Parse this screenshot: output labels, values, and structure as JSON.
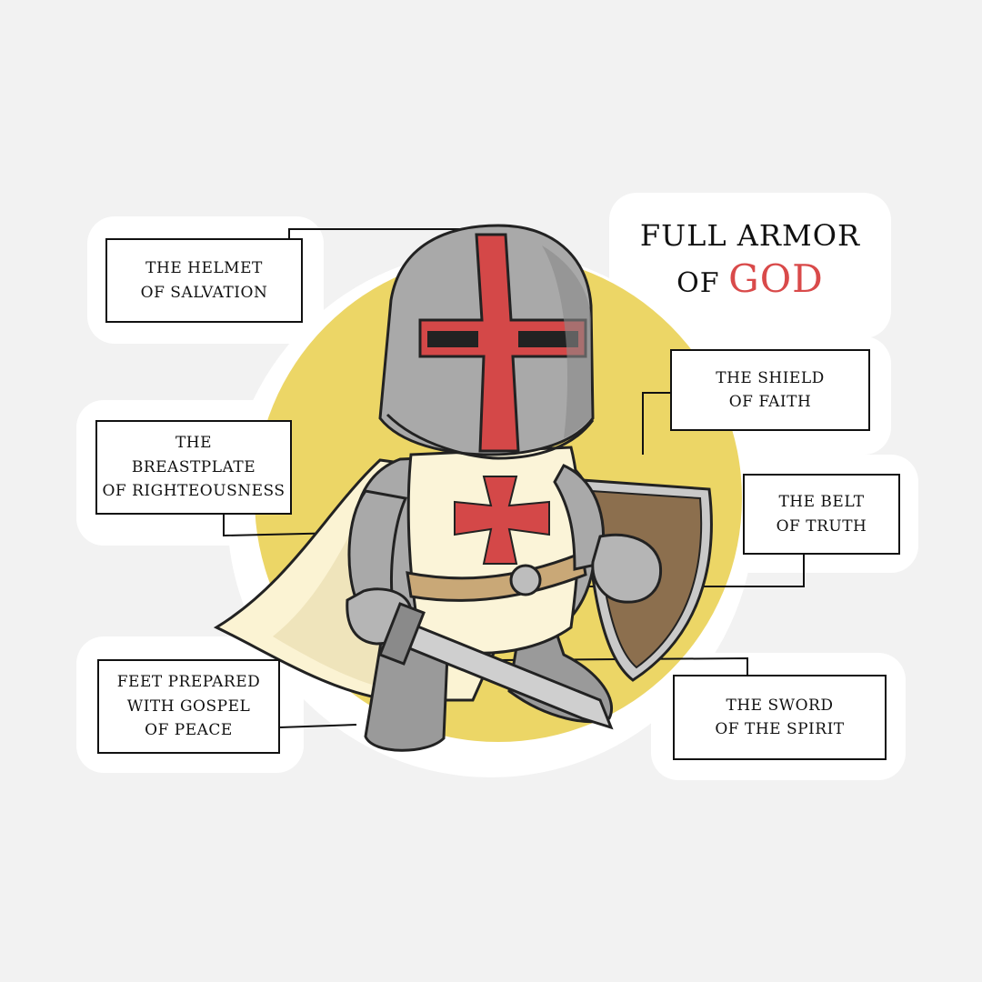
{
  "title": {
    "line1": "FULL ARMOR",
    "line2_prefix": "OF",
    "line2_emphasis": "GOD",
    "emphasis_color": "#d94a4a"
  },
  "labels": {
    "helmet": [
      "THE HELMET",
      "OF SALVATION"
    ],
    "breastplate": [
      "THE",
      "BREASTPLATE",
      "OF RIGHTEOUSNESS"
    ],
    "feet": [
      "FEET PREPARED",
      "WITH GOSPEL",
      "OF PEACE"
    ],
    "shield": [
      "THE SHIELD",
      "OF FAITH"
    ],
    "belt": [
      "THE BELT",
      "OF TRUTH"
    ],
    "sword": [
      "THE SWORD",
      "OF THE SPIRIT"
    ]
  },
  "colors": {
    "background": "#f2f2f2",
    "sun": "#ecd666",
    "cross": "#d44848",
    "armor": "#a9a9a9",
    "tunic": "#fbf4d8",
    "cape": "#fbf3d3",
    "shield_face": "#8c6f4e",
    "belt": "#c9a877"
  }
}
